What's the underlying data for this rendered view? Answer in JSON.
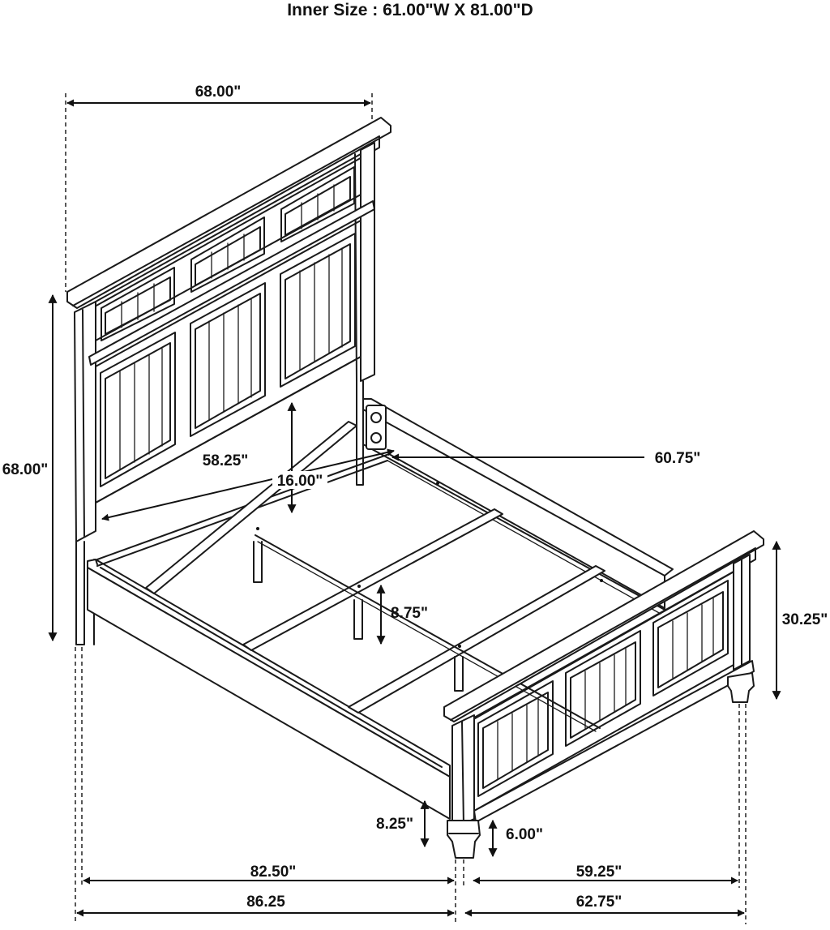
{
  "title": "Inner Size : 61.00\"W X 81.00\"D",
  "dimensions": {
    "headboard_width": "68.00\"",
    "headboard_height": "68.00\"",
    "inner_width": "58.25\"",
    "headboard_clearance": "16.00\"",
    "inner_length": "60.75\"",
    "slat_height": "8.75\"",
    "footboard_height": "30.25\"",
    "side_rail_clearance": "8.25\"",
    "foot_height": "6.00\"",
    "rail_length": "82.50\"",
    "overall_length": "86.25",
    "footboard_inner": "59.25\"",
    "footboard_width": "62.75\""
  }
}
